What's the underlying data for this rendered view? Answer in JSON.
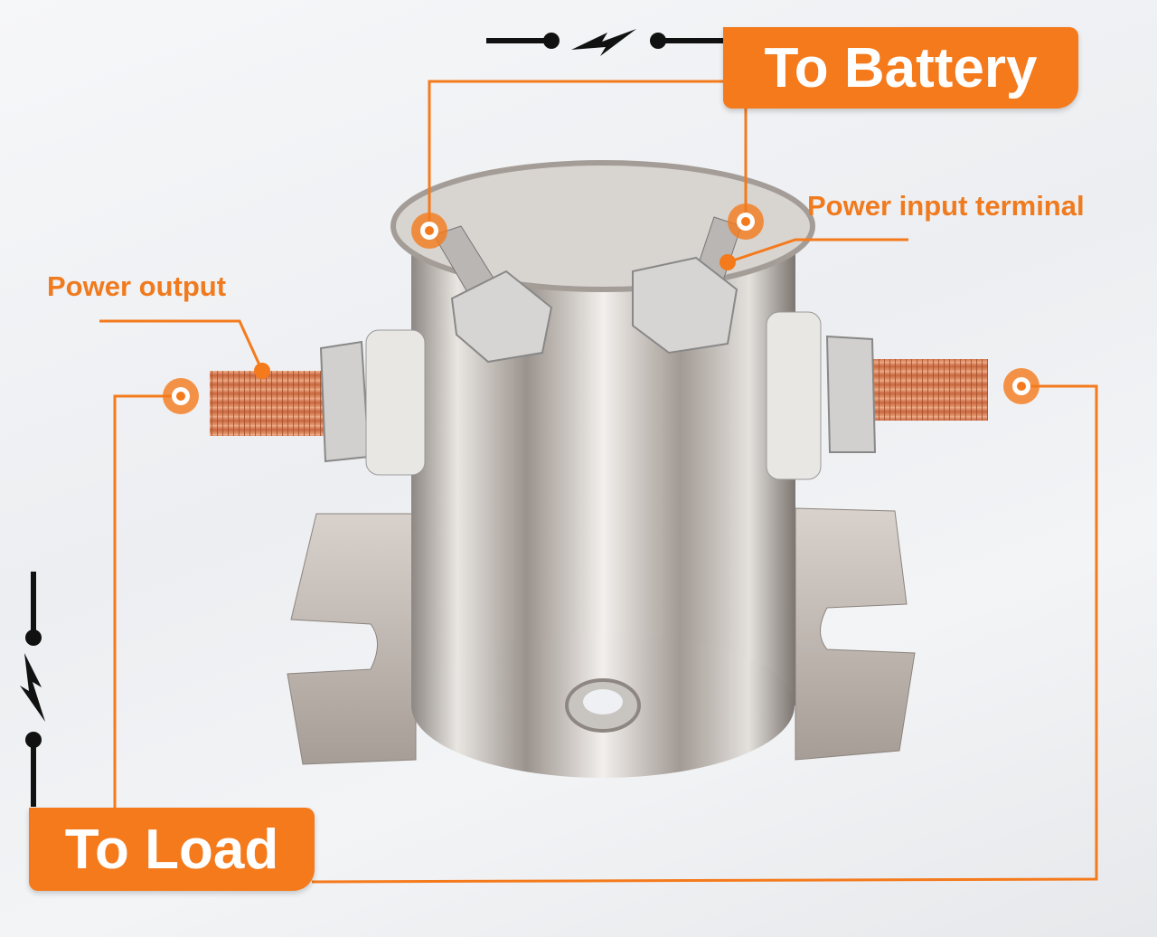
{
  "labels": {
    "to_battery": "To Battery",
    "power_input_terminal": "Power input terminal",
    "power_output": "Power output",
    "to_load": "To Load"
  },
  "colors": {
    "accent": "#f47a1c",
    "switch_symbol": "#111111",
    "copper": "#d9845a",
    "chrome": "#c9c6c2"
  }
}
